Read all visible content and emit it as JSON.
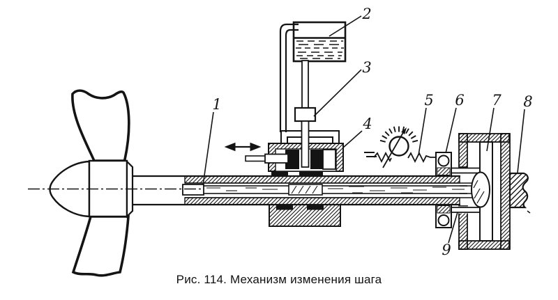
{
  "figure": {
    "caption": "Рис. 114. Механизм изменения шага",
    "callouts": [
      {
        "number": "1"
      },
      {
        "number": "2"
      },
      {
        "number": "3"
      },
      {
        "number": "4"
      },
      {
        "number": "5"
      },
      {
        "number": "6"
      },
      {
        "number": "7"
      },
      {
        "number": "8"
      },
      {
        "number": "9"
      }
    ]
  }
}
